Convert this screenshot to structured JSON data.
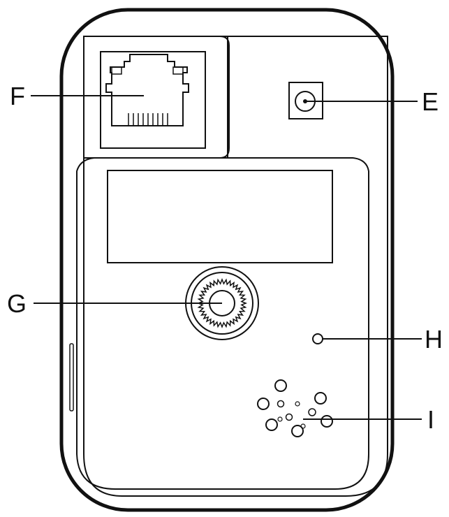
{
  "callouts": {
    "e": {
      "letter": "E",
      "icon": "dc-power-jack-icon"
    },
    "f": {
      "letter": "F",
      "icon": "ethernet-port-icon"
    },
    "g": {
      "letter": "G",
      "icon": "tripod-mount-icon"
    },
    "h": {
      "letter": "H",
      "icon": "reset-hole-icon"
    },
    "i": {
      "letter": "I",
      "icon": "speaker-grille-icon"
    }
  },
  "colors": {
    "stroke": "#111111",
    "background": "#ffffff"
  }
}
